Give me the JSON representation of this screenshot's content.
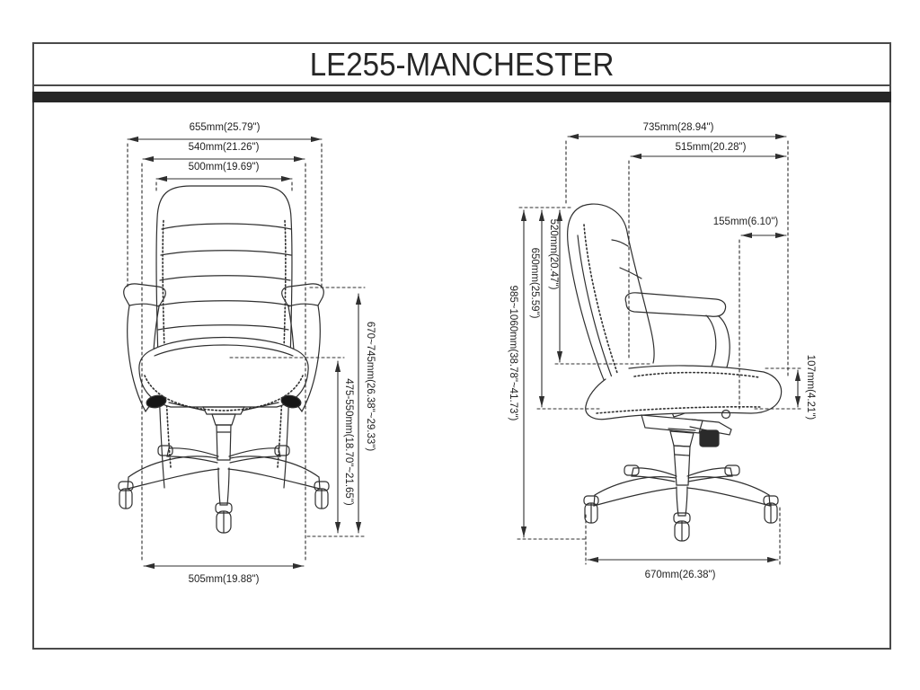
{
  "title": "LE255-MANCHESTER",
  "front_view": {
    "overall_width": "655mm(25.79\")",
    "armrest_width": "540mm(21.26\")",
    "backrest_width": "500mm(19.69\")",
    "backrest_height_range": "670~745mm(26.38\"~29.33\")",
    "seat_height_range": "475-550mm(18.70\"~21.65\")",
    "base_width": "505mm(19.88\")"
  },
  "side_view": {
    "overall_depth": "735mm(28.94\")",
    "seat_depth": "515mm(20.28\")",
    "armrest_setback": "155mm(6.10\")",
    "backrest_height": "520mm(20.47\")",
    "arm_height": "650mm(25.59\")",
    "overall_height_range": "985~1060mm(38.78\"~41.73\")",
    "seat_front_thickness": "107mm(4.21\")",
    "base_depth": "670mm(26.38\")"
  },
  "colors": {
    "line": "#2f2f2f",
    "bar": "#262626",
    "frame": "#4a4a4a"
  }
}
